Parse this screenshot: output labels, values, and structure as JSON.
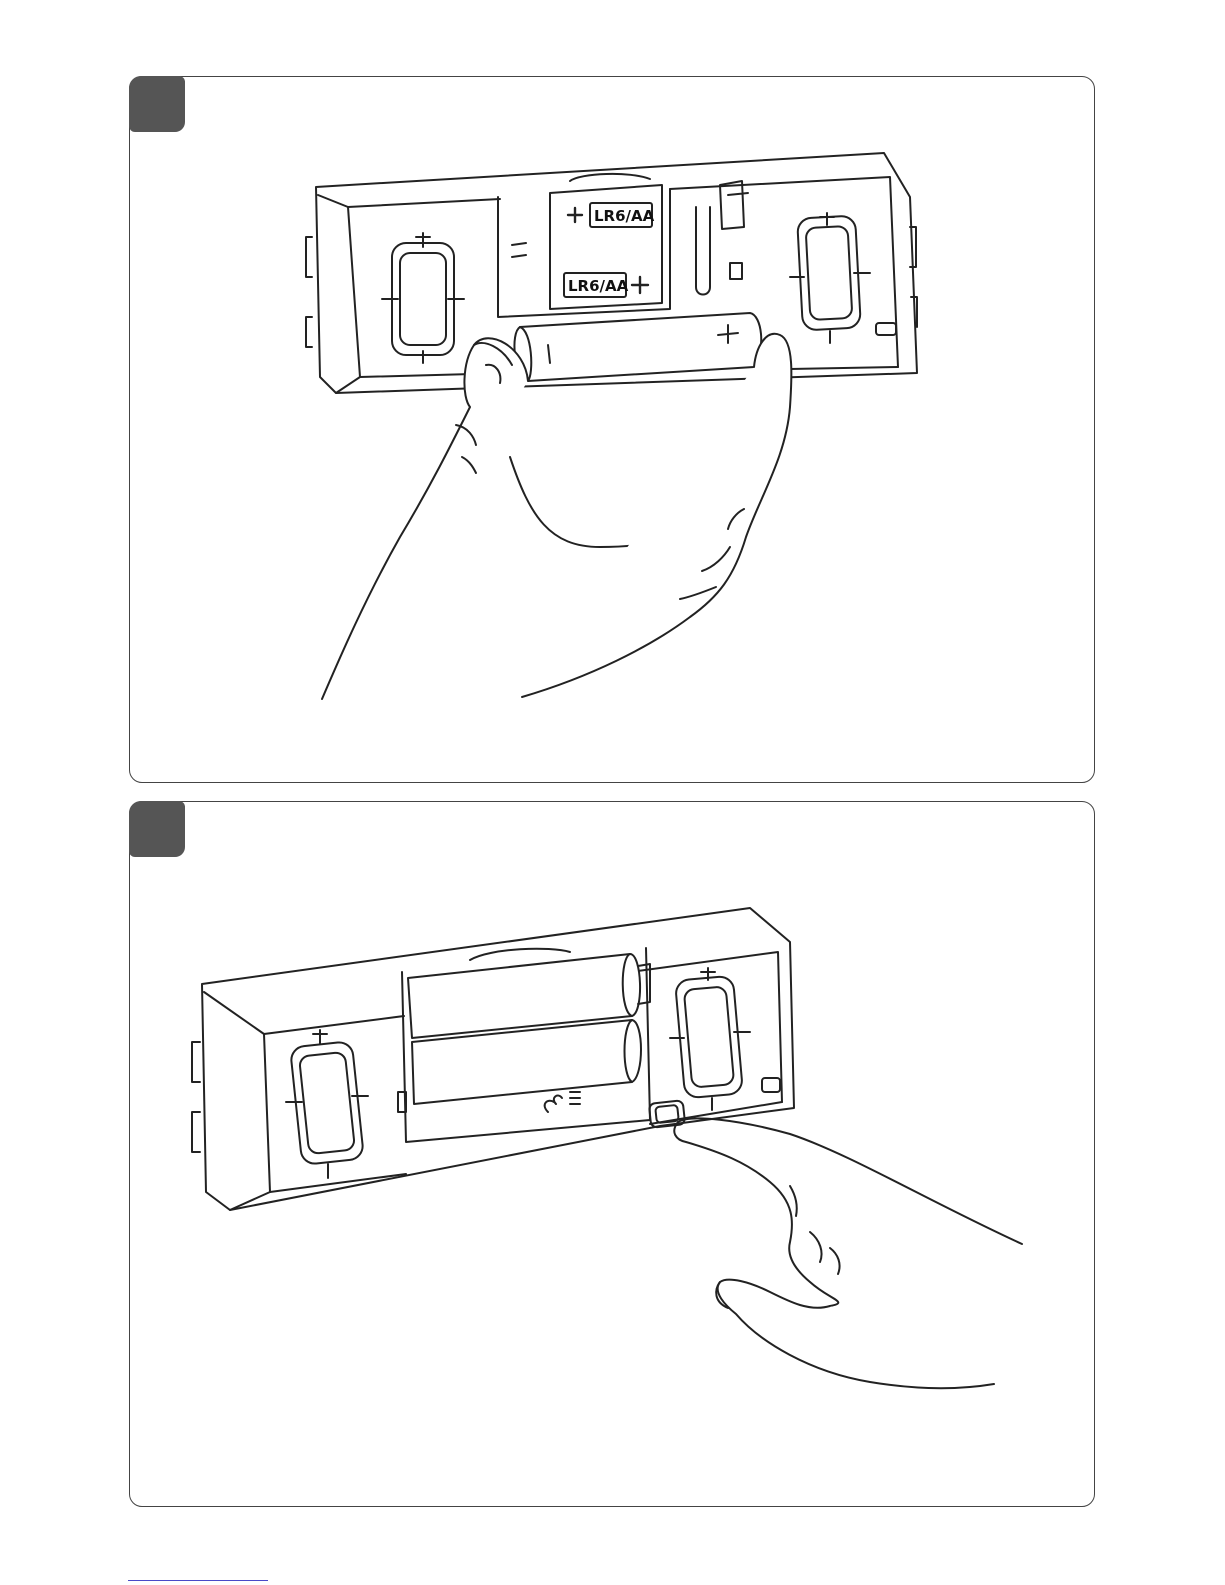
{
  "steps": [
    {
      "badge": "",
      "illustration": "insert-battery",
      "labels": {
        "top": "LR6/AA",
        "bottom": "LR6/AA",
        "battery_minus": "|",
        "battery_plus": "+"
      }
    },
    {
      "badge": "",
      "illustration": "press-button"
    }
  ],
  "colors": {
    "line": "#222222",
    "badge": "#555555",
    "footer_link": "#4a4ac8"
  }
}
